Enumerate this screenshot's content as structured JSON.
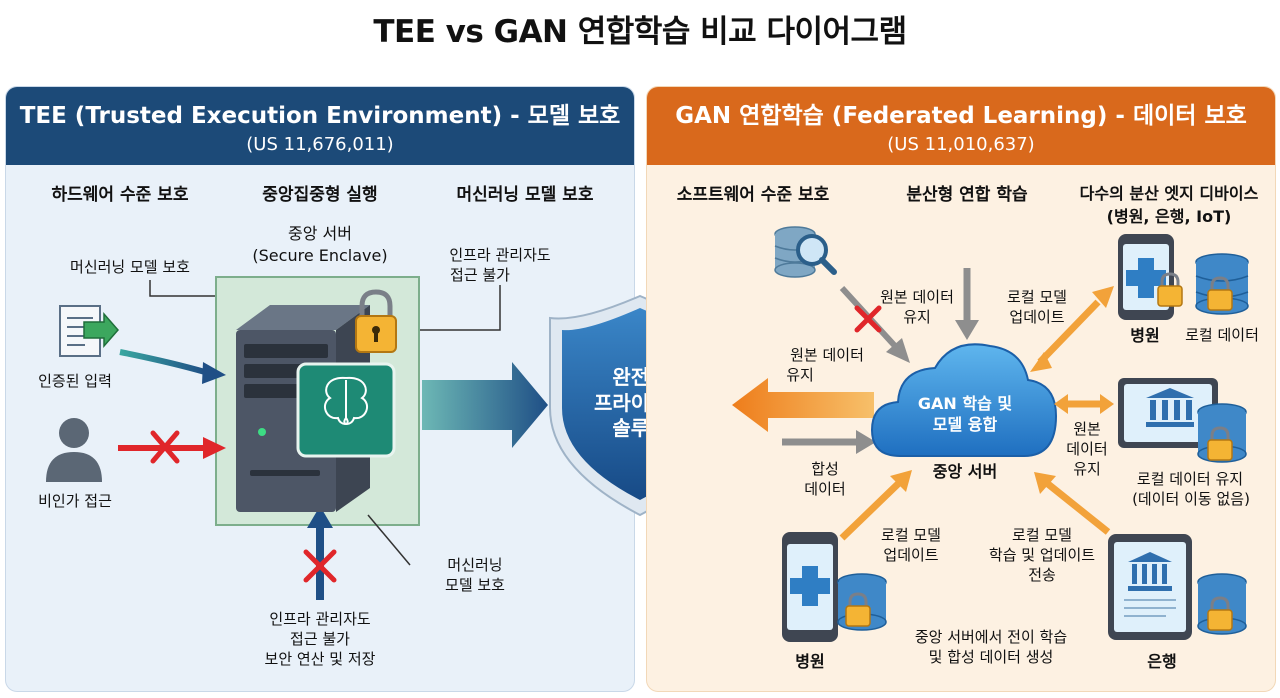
{
  "title": "TEE vs GAN 연합학습 비교 다이어그램",
  "tee": {
    "header": "TEE (Trusted Execution Environment) - 모델 보호",
    "patent": "(US 11,676,011)",
    "sections": [
      "하드웨어 수준 보호",
      "중앙집중형 실행",
      "머신러닝 모델 보호"
    ],
    "server_title": "중앙 서버",
    "server_subtitle": "(Secure Enclave)",
    "ml_model": "ML Model",
    "label_ml_protect_top": "머신러닝 모델 보호",
    "label_infra_top_1": "인프라 관리자도",
    "label_infra_top_2": "접근 불가",
    "label_auth_input": "인증된 입력",
    "label_unauth": "비인가 접근",
    "label_ml_protect_bottom_1": "머신러닝",
    "label_ml_protect_bottom_2": "모델 보호",
    "label_infra_bottom_1": "인프라 관리자도",
    "label_infra_bottom_2": "접근 불가",
    "label_infra_bottom_3": "보안 연산 및 저장"
  },
  "center": {
    "shield_1": "완전한",
    "shield_2": "프라이버시",
    "shield_3": "솔루션"
  },
  "gan": {
    "header": "GAN 연합학습 (Federated Learning) - 데이터 보호",
    "patent": "(US 11,010,637)",
    "sections": [
      "소프트웨어 수준 보호",
      "분산형 연합 학습"
    ],
    "devices_1": "다수의 분산 엣지 디바이스",
    "devices_2": "(병원, 은행, IoT)",
    "cloud_1": "GAN 학습 및",
    "cloud_2": "모델 융합",
    "central_server": "중앙 서버",
    "raw_keep_1": "원본 데이터",
    "raw_keep_2": "유지",
    "local_update_1": "로컬 모델",
    "local_update_2": "업데이트",
    "raw_left_1": "원본 데이터",
    "raw_left_2": "유지",
    "synth_1": "합성",
    "synth_2": "데이터",
    "hospital_tr": "병원",
    "local_data_tr": "로컬 데이터",
    "raw_right_1": "원본",
    "raw_right_2": "데이터",
    "raw_right_3": "유지",
    "local_keep_1": "로컬 데이터 유지",
    "local_keep_2": "(데이터 이동 없음)",
    "local_update_b_1": "로컬 모델",
    "local_update_b_2": "업데이트",
    "local_train_1": "로컬 모델",
    "local_train_2": "학습 및 업데이트",
    "local_train_3": "전송",
    "transfer_1": "중앙 서버에서 전이 학습",
    "transfer_2": "및 합성 데이터 생성",
    "hospital_b": "병원",
    "bank_b": "은행"
  },
  "colors": {
    "tee_header": "#1c4a78",
    "gan_header": "#d9691c",
    "tee_bg": "#e9f1f9",
    "gan_bg": "#fdf1e2",
    "enclave": "#d3e8d9",
    "shield": "#1f5f9e",
    "orange_arrow": "#f2a23a",
    "gray_arrow": "#8e8e8e",
    "red_x": "#e0262a"
  }
}
